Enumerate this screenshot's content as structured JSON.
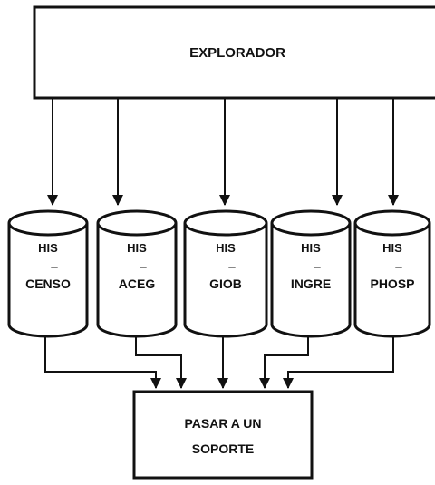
{
  "diagram": {
    "top_box": {
      "label": "EXPLORADOR"
    },
    "databases": [
      {
        "prefix": "HIS",
        "separator": "_",
        "name": "CENSO"
      },
      {
        "prefix": "HIS",
        "separator": "_",
        "name": "ACEG"
      },
      {
        "prefix": "HIS",
        "separator": "_",
        "name": "GIOB"
      },
      {
        "prefix": "HIS",
        "separator": "_",
        "name": "INGRE"
      },
      {
        "prefix": "HIS",
        "separator": "_",
        "name": "PHOSP"
      }
    ],
    "bottom_box": {
      "line1": "PASAR A UN",
      "line2": "SOPORTE"
    }
  },
  "colors": {
    "ink": "#111111",
    "paper": "#ffffff"
  }
}
